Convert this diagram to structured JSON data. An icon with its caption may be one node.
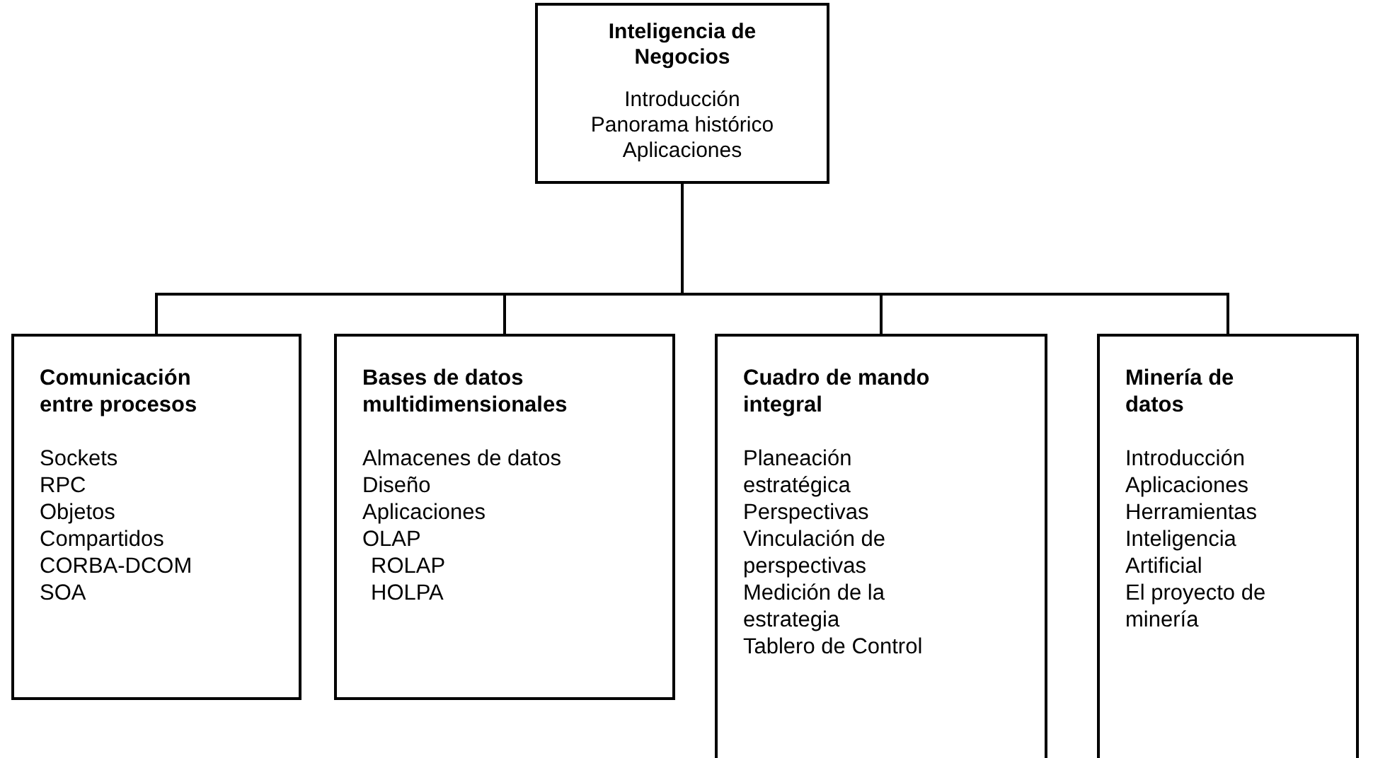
{
  "diagram": {
    "nodes": [
      {
        "text": [
          "Inteligencia de Negocios",
          "Introducción",
          "Panorama histórico",
          "Aplicaciones"
        ]
      },
      {
        "text": [
          "Comunicación entre procesos",
          "Sockets",
          "RPC",
          "Objetos",
          "Compartidos",
          "CORBA-DCOM",
          "SOA"
        ]
      },
      {
        "text": [
          "Bases de datos multidimensionales",
          "Almacenes de datos",
          "Diseño",
          "Aplicaciones",
          "OLAP",
          "ROLAP",
          "HOLPA"
        ]
      },
      {
        "text": [
          "Cuadro de mando integral",
          "Planeación estratégica",
          "Perspectivas",
          "Vinculación de perspectivas",
          "Medición de la estrategia",
          "Tablero de Control"
        ]
      },
      {
        "text": [
          "Minería de datos",
          "Introducción",
          "Aplicaciones",
          "Herramientas",
          "Inteligencia Artificial",
          "El proyecto de minería"
        ]
      }
    ],
    "edges": [
      {
        "from": 0,
        "to": 1,
        "arrow": "none"
      },
      {
        "from": 0,
        "to": 2,
        "arrow": "none"
      },
      {
        "from": 0,
        "to": 3,
        "arrow": "none"
      },
      {
        "from": 0,
        "to": 4,
        "arrow": "none"
      }
    ]
  }
}
